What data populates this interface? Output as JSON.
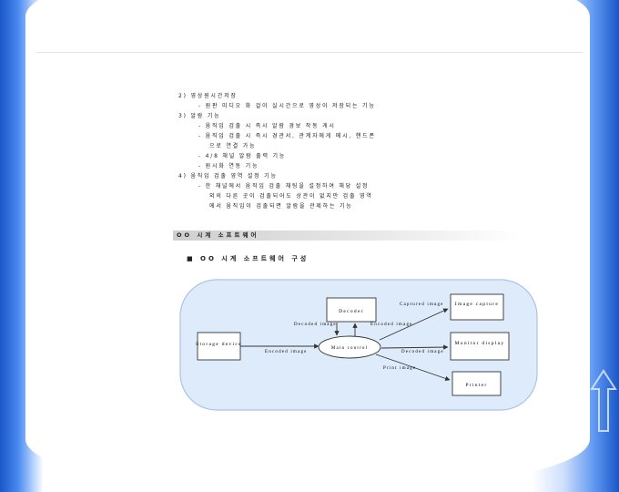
{
  "slide": {
    "lines": [
      {
        "text": "2) 영상원시간저장",
        "indent": 1
      },
      {
        "text": "- 원판 미디오 화 걸이 실시간으로 영상이 저장되는 기능",
        "indent": 2
      },
      {
        "text": "3) 알람 기능",
        "indent": 1
      },
      {
        "text": "- 움직임 검출 시 즉시 알람 경보 작동 게시",
        "indent": 2
      },
      {
        "text": "- 움직임 검출 시 즉시 경관서, 관계자에게 메시, 핸드폰",
        "indent": 2
      },
      {
        "text": "으로 연결 가능",
        "indent": 3
      },
      {
        "text": "- 4/8 채널 알람 출력 기능",
        "indent": 2
      },
      {
        "text": "- 원시화 연동 기능",
        "indent": 2
      },
      {
        "text": "4) 움직임 검출 영역 설정 기능",
        "indent": 1
      },
      {
        "text": "- 한 채널에서 움직임 검출 채팅을 설정하여 해당 설정",
        "indent": 2
      },
      {
        "text": "외의 다른 곳이 검출되어도 상관이 없지만 검출 영역",
        "indent": 3
      },
      {
        "text": "에서 움직임이 검출되면 알람을 관제하는 기능",
        "indent": 3
      }
    ],
    "section_title": "OO 시계 소프트웨어",
    "subheading": "■ OO 시계 소프트웨어 구성"
  },
  "diagram": {
    "nodes": {
      "storage": "Storage device",
      "decoder": "Decoder",
      "main": "Main control",
      "image_capture": "Image capture",
      "monitor": "Monitor display",
      "printer": "Printer"
    },
    "edges": {
      "encoded_in": "Encoded image",
      "decoded_up": "Decoded image",
      "encoded_down": "Encoded image",
      "captured": "Captured image",
      "decoded_out": "Decoded image",
      "print": "Print image"
    },
    "colors": {
      "panel_fill": "#deebfa",
      "panel_stroke": "#a9c4e6",
      "box_stroke": "#333333"
    }
  }
}
